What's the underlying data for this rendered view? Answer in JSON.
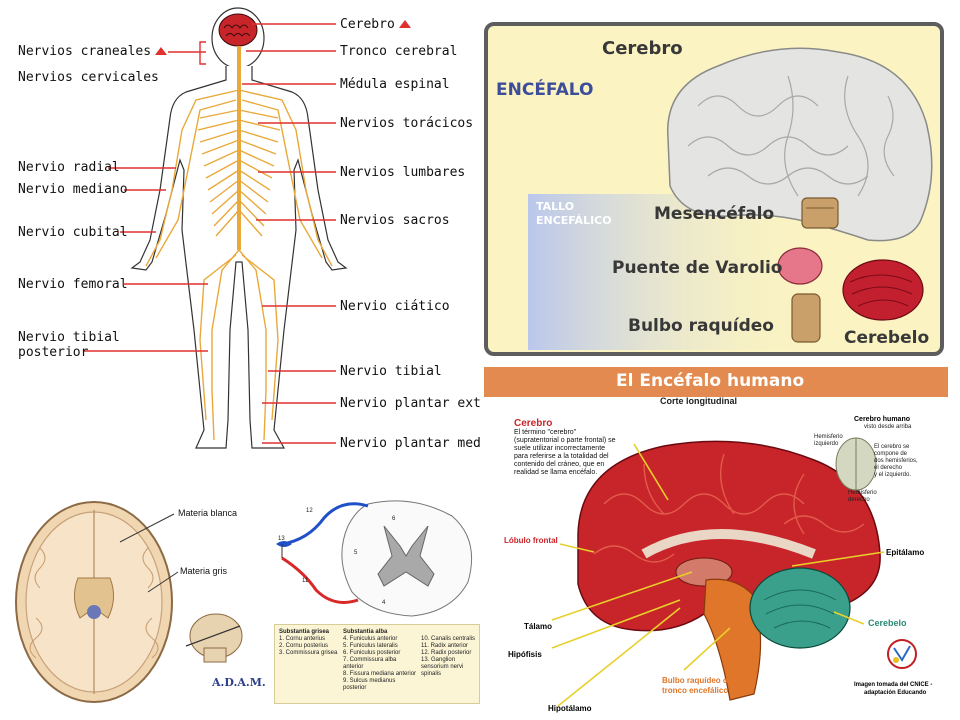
{
  "nervous_system": {
    "labels_left": {
      "craneales": "Nervios craneales",
      "cervicales": "Nervios cervicales",
      "radial": "Nervio radial",
      "mediano": "Nervio mediano",
      "cubital": "Nervio cubital",
      "femoral": "Nervio femoral",
      "tibial_posterior_1": "Nervio tibial",
      "tibial_posterior_2": "posterior"
    },
    "labels_right": {
      "cerebro": "Cerebro",
      "tronco": "Tronco cerebral",
      "medula": "Médula espinal",
      "toracicos": "Nervios torácicos",
      "lumbares": "Nervios lumbares",
      "sacros": "Nervios sacros",
      "ciatico": "Nervio ciático",
      "tibial": "Nervio tibial",
      "plantar_ext": "Nervio plantar exter",
      "plantar_med": "Nervio plantar medio"
    }
  },
  "encefalo_panel": {
    "encefalo": "ENCÉFALO",
    "cerebro": "Cerebro",
    "tallo_1": "TALLO",
    "tallo_2": "ENCEFÁLICO",
    "mesencefalo": "Mesencéfalo",
    "puente": "Puente de Varolio",
    "bulbo": "Bulbo raquídeo",
    "cerebelo": "Cerebelo"
  },
  "axial_slice": {
    "materia_blanca": "Materia blanca",
    "materia_gris": "Materia gris",
    "brand": "A.D.A.M."
  },
  "spinal_cord": {
    "numbers": [
      "12",
      "13",
      "11",
      "5",
      "6",
      "4"
    ],
    "legend_col1_title": "Substantia grisea",
    "legend_col1": [
      "1. Cornu anterius",
      "2. Cornu posterius",
      "3. Commissura grisea"
    ],
    "legend_col2_title": "Substantia alba",
    "legend_col2": [
      "4. Funiculus anterior",
      "5. Funiculus lateralis",
      "6. Funiculus posterior",
      "7. Commissura alba anterior",
      "8. Fissura mediana anterior",
      "9. Sulcus medianus posterior"
    ],
    "legend_col3": [
      "10. Canalis centralis",
      "11. Radix anterior",
      "12. Radix posterior",
      "13. Ganglion sensorium nervi spinalis"
    ]
  },
  "encefalo_humano": {
    "banner": "El Encéfalo humano",
    "subtitle": "Corte longitudinal",
    "cerebro_title": "Cerebro",
    "cerebro_text": [
      "El término \"cerebro\"",
      "(supratentorial o parte frontal) se",
      "suele utilizar incorrectamente",
      "para referirse a la totalidad del",
      "contenido del cráneo, que en",
      "realidad se llama encéfalo."
    ],
    "cerebro_humano_title": "Cerebro humano",
    "cerebro_humano_sub": "visto desde arriba",
    "hemisferio_izq": "Hemisferio izquierdo",
    "hemisferio_der": "Hemisferio derecho",
    "cerebro_desc": [
      "El cerebro se",
      "compone de",
      "dos hemisferios,",
      "el derecho",
      "y el izquierdo."
    ],
    "lobulo_frontal": "Lóbulo frontal",
    "epitalamo": "Epitálamo",
    "talamo": "Tálamo",
    "cerebelo": "Cerebelo",
    "hipofisis": "Hipófisis",
    "hipotalamo": "Hipotálamo",
    "bulbo_1": "Bulbo raquídeo o",
    "bulbo_2": "tronco  encefálico",
    "credit_1": "Imagen tomada del CNICE -",
    "credit_2": "adaptación Educando"
  },
  "colors": {
    "nerve": "#e9a93a",
    "pointer": "#e0312f",
    "banner": "#e28a4f",
    "brain_red": "#c8252a",
    "cerebelo_teal": "#3aa08c",
    "bulbo_orange": "#e0762a"
  }
}
